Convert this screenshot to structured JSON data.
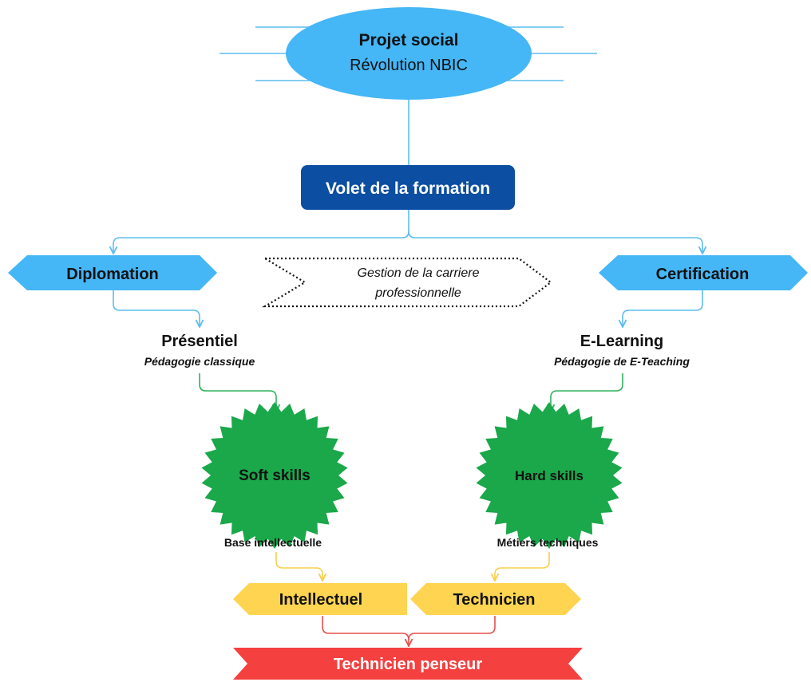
{
  "colors": {
    "light_blue": "#45b6f6",
    "dark_blue": "#0b4ea2",
    "green": "#1aa84a",
    "yellow": "#ffd451",
    "red": "#f4403f",
    "connector_blue": "#5bbdf1",
    "connector_green": "#2fb35a",
    "connector_yellow": "#f7cf4a",
    "connector_red": "#e8504a",
    "text_dark": "#111111",
    "text_light": "#ffffff"
  },
  "nodes": {
    "projet_social": {
      "title": "Projet social",
      "subtitle": "Révolution NBIC"
    },
    "volet_formation": {
      "label": "Volet de la formation"
    },
    "diplomation": {
      "label": "Diplomation"
    },
    "certification": {
      "label": "Certification"
    },
    "gestion_carriere": {
      "line1": "Gestion de la carriere",
      "line2": "professionnelle"
    },
    "presentiel": {
      "title": "Présentiel",
      "subtitle": "Pédagogie classique"
    },
    "elearning": {
      "title": "E-Learning",
      "subtitle": "Pédagogie de E-Teaching"
    },
    "soft_skills": {
      "label": "Soft skills",
      "caption": "Base intellectuelle"
    },
    "hard_skills": {
      "label": "Hard skills",
      "caption": "Métiers techniques"
    },
    "intellectuel": {
      "label": "Intellectuel"
    },
    "technicien": {
      "label": "Technicien"
    },
    "technicien_penseur": {
      "label": "Technicien penseur"
    }
  }
}
